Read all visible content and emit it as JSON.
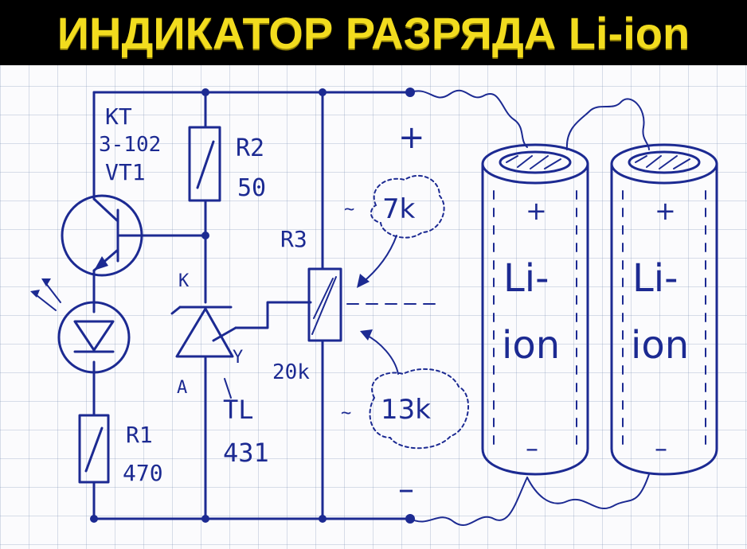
{
  "title": "ИНДИКАТОР РАЗРЯДА Li-ion",
  "colors": {
    "title_text": "#f2dc1e",
    "title_background": "#000000",
    "ink": "#1c2a92",
    "paper": "#fbfbfd"
  },
  "components": {
    "transistor": {
      "line1": "KT",
      "line2": "3-102",
      "line3": "VT1"
    },
    "r2": {
      "name": "R2",
      "value": "50"
    },
    "r1": {
      "name": "R1",
      "value": "470"
    },
    "r3": {
      "name": "R3",
      "value": "20k"
    },
    "tl431": {
      "line1": "TL",
      "line2": "431",
      "pin_k": "K",
      "pin_a": "A",
      "pin_y": "Y"
    },
    "r3_upper_part": {
      "tilde": "~",
      "value": "7k"
    },
    "r3_lower_part": {
      "tilde": "~",
      "value": "13k"
    }
  },
  "terminals": {
    "plus": "+",
    "minus": "–"
  },
  "batteries": [
    {
      "plus": "+",
      "minus": "–",
      "line1": "Li-",
      "line2": "ion"
    },
    {
      "plus": "+",
      "minus": "–",
      "line1": "Li-",
      "line2": "ion"
    }
  ]
}
